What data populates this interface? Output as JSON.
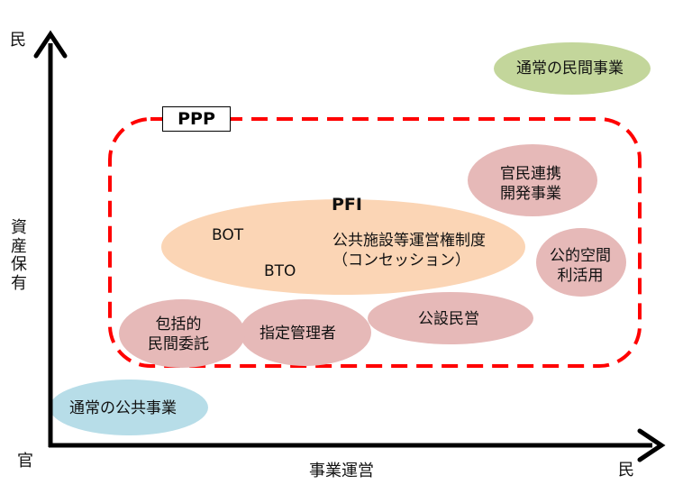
{
  "colors": {
    "axis": "#000000",
    "ppp_border": "#ff0000",
    "green": "#c3d69b",
    "pink": "#e6b9b8",
    "orange": "#fbd5b5",
    "blue": "#b7dde8"
  },
  "axes": {
    "y_top": "民",
    "y_middle": "資産保有",
    "origin": "官",
    "x_middle": "事業運営",
    "x_right": "民"
  },
  "ppp_label": "PPP",
  "pfi": {
    "title": "PFI",
    "bot": "BOT",
    "bto": "BTO",
    "concession_line1": "公共施設等運営権制度",
    "concession_line2": "（コンセッション）"
  },
  "ellipses": {
    "private_business": "通常の民間事業",
    "public_private_dev_line1": "官民連携",
    "public_private_dev_line2": "開発事業",
    "public_space_line1": "公的空間",
    "public_space_line2": "利活用",
    "public_build_private_op": "公設民営",
    "designated_manager": "指定管理者",
    "comprehensive_line1": "包括的",
    "comprehensive_line2": "民間委託",
    "public_business": "通常の公共事業"
  }
}
